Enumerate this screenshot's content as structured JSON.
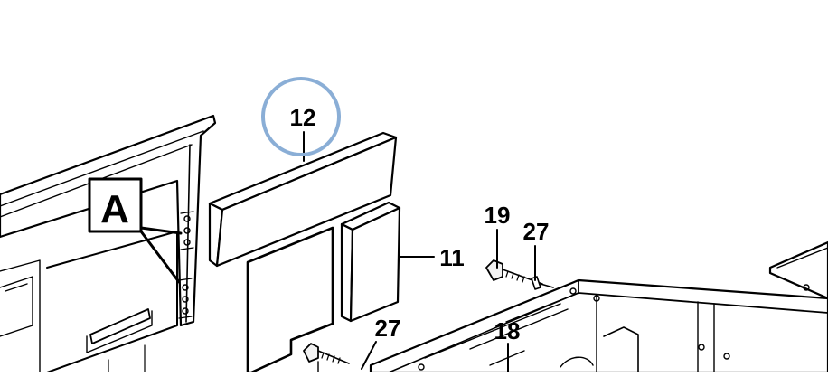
{
  "diagram": {
    "callouts": {
      "part_12": "12",
      "part_11": "11",
      "part_19": "19",
      "part_27_upper": "27",
      "part_27_lower": "27",
      "part_18": "18",
      "detail_a": "A"
    },
    "highlight": {
      "target": "part_12",
      "color": "#8aaed6"
    }
  }
}
